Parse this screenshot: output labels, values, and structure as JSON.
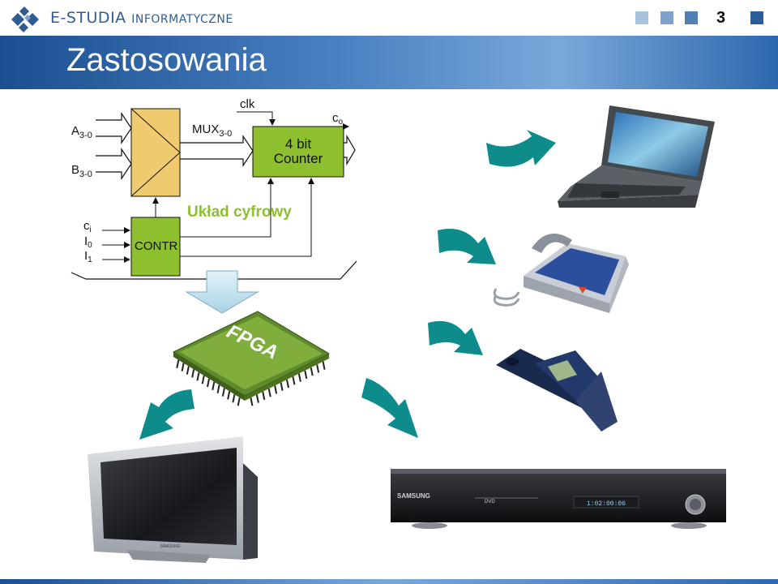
{
  "header": {
    "logo_text_main": "E-STUDIA",
    "logo_text_small": "INFORMATYCZNE",
    "page_number": "3",
    "nav_squares": [
      "#a8c2dd",
      "#7ea2c9",
      "#4f7fb3",
      "#2a5d9b"
    ]
  },
  "title": "Zastosowania",
  "circuit": {
    "a_label": "A",
    "a_sub": "3-0",
    "b_label": "B",
    "b_sub": "3-0",
    "mux_label": "MUX",
    "mux_sub": "3-0",
    "clk_label": "clk",
    "counter_line1": "4 bit",
    "counter_line2": "Counter",
    "co_label": "c",
    "co_sub": "o",
    "caption": "Układ cyfrowy",
    "ci_label": "c",
    "ci_sub": "i",
    "i0_label": "I",
    "i0_sub": "0",
    "i1_label": "I",
    "i1_sub": "1",
    "contr_label": "CONTR"
  },
  "fpga_label": "FPGA",
  "devices": {
    "dvd_brand": "SAMSUNG",
    "dvd_display": "1:02:00:06",
    "dvd_badge": "DVD",
    "tv_brand": "SAMSUNG"
  },
  "colors": {
    "mux_fill": "#f0ca6e",
    "green": "#8dbf2e",
    "caption": "#8dbf2e",
    "arrow_teal": "#0e8c8c",
    "title_blue": "#2f6db3"
  },
  "icons": [
    "logo-mark",
    "teal-arrow",
    "laptop",
    "telephone",
    "mobile-phone",
    "tv",
    "dvd-player",
    "fpga-chip"
  ]
}
